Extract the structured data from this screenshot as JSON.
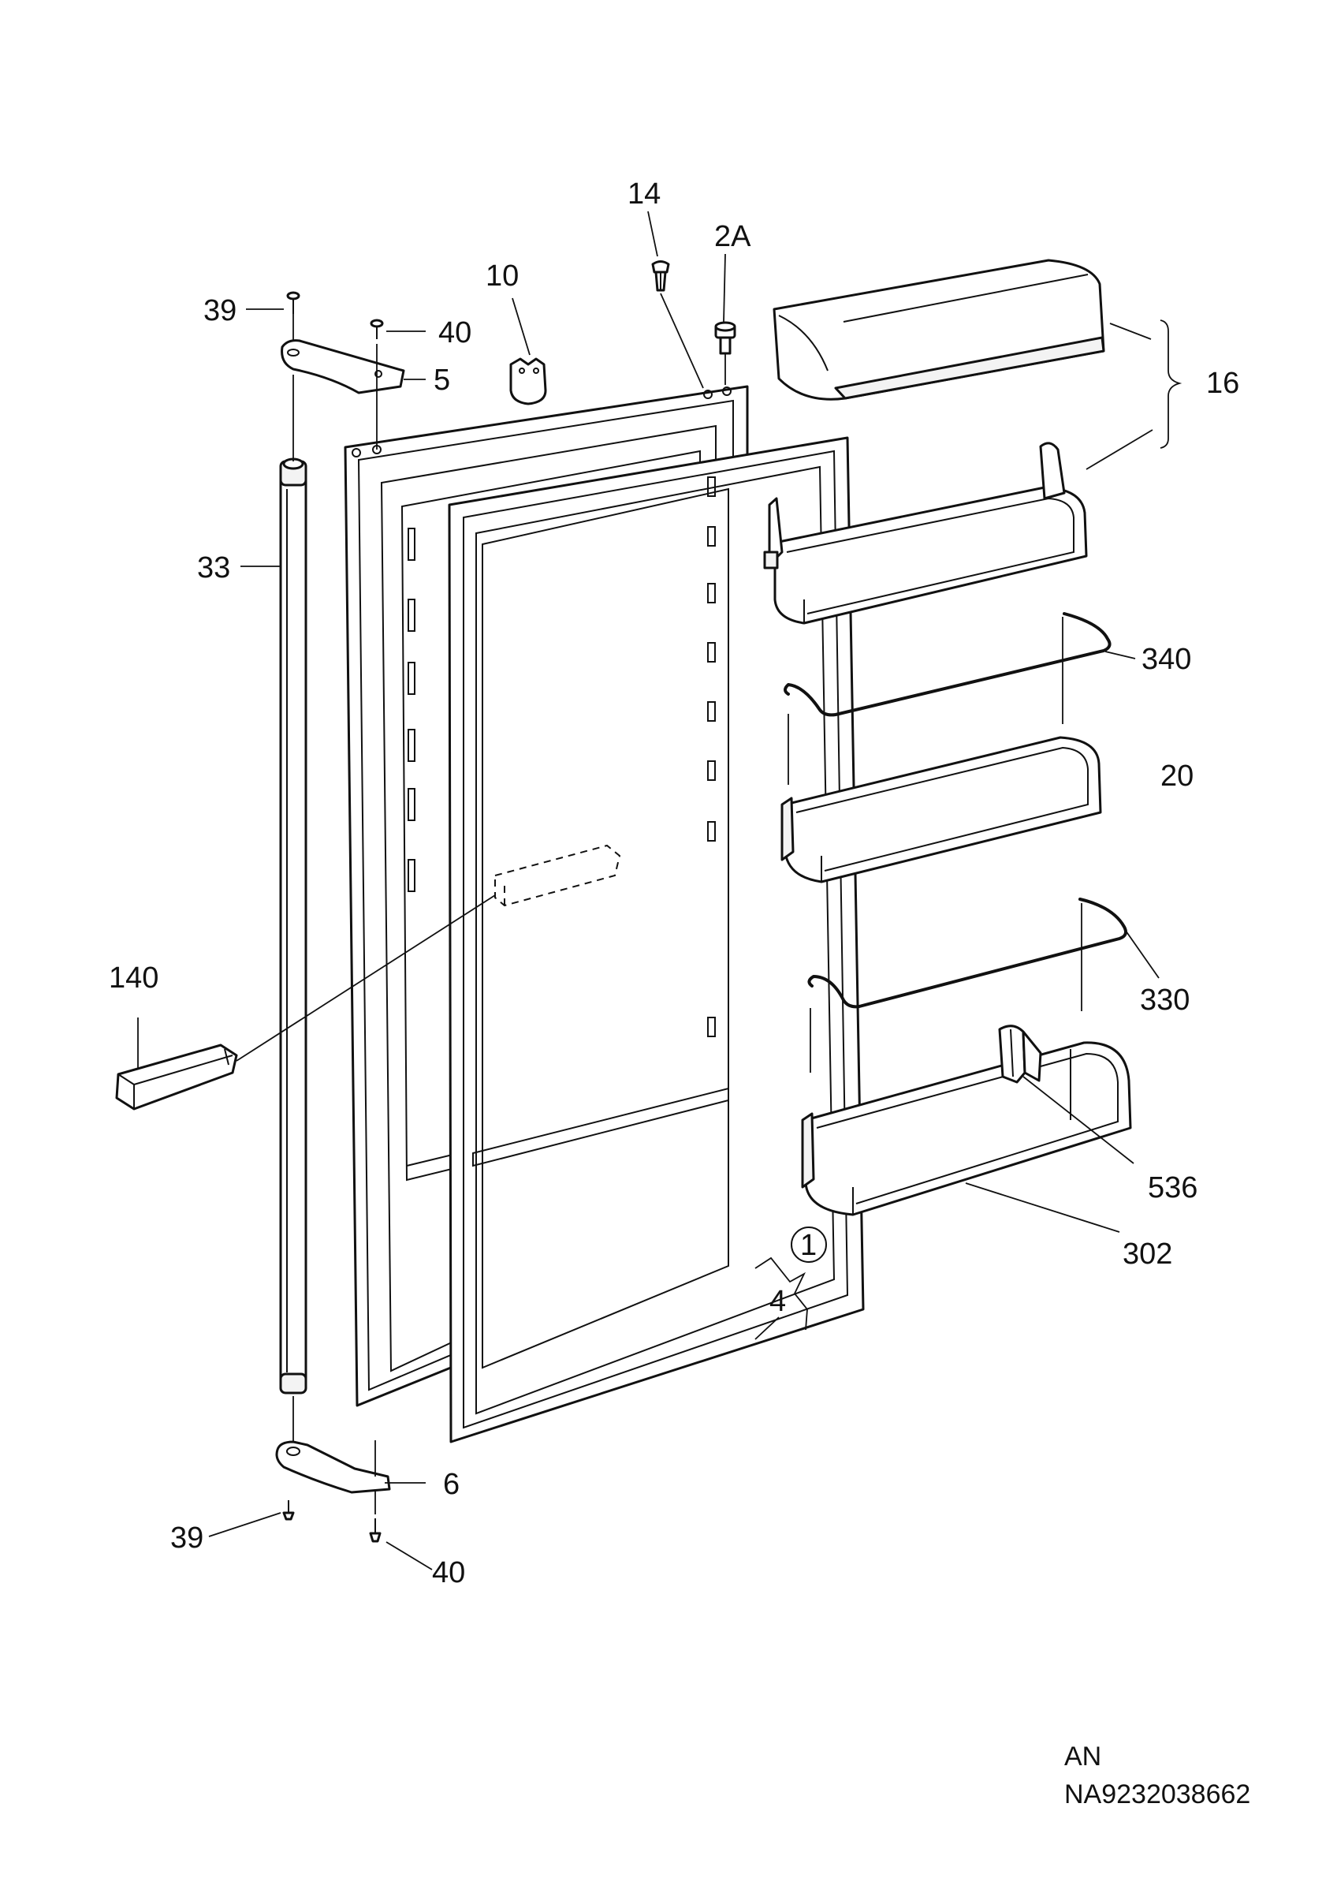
{
  "labels": {
    "l14": "14",
    "l2a": "2A",
    "l10": "10",
    "l39_top": "39",
    "l40_top": "40",
    "l5": "5",
    "l16": "16",
    "l33": "33",
    "l340": "340",
    "l20": "20",
    "l140": "140",
    "l330": "330",
    "l536": "536",
    "l302": "302",
    "l1": "1",
    "l4": "4",
    "l6": "6",
    "l39_bottom": "39",
    "l40_bottom": "40"
  },
  "footer": {
    "code": "AN",
    "part_number": "NA9232038662"
  }
}
